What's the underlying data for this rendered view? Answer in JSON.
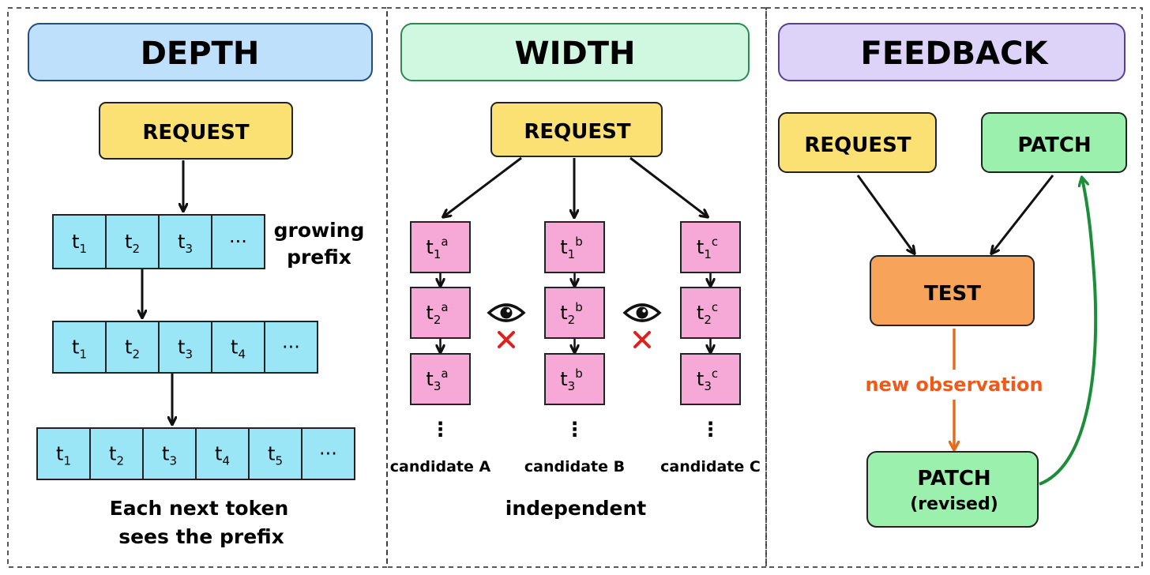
{
  "panels": {
    "depth": {
      "title": "DEPTH",
      "request": "REQUEST",
      "rows": [
        [
          {
            "t": "t",
            "s": "1"
          },
          {
            "t": "t",
            "s": "2"
          },
          {
            "t": "t",
            "s": "3"
          },
          {
            "t": "···",
            "s": ""
          }
        ],
        [
          {
            "t": "t",
            "s": "1"
          },
          {
            "t": "t",
            "s": "2"
          },
          {
            "t": "t",
            "s": "3"
          },
          {
            "t": "t",
            "s": "4"
          },
          {
            "t": "···",
            "s": ""
          }
        ],
        [
          {
            "t": "t",
            "s": "1"
          },
          {
            "t": "t",
            "s": "2"
          },
          {
            "t": "t",
            "s": "3"
          },
          {
            "t": "t",
            "s": "4"
          },
          {
            "t": "t",
            "s": "5"
          },
          {
            "t": "···",
            "s": ""
          }
        ]
      ],
      "side_note_line1": "growing",
      "side_note_line2": "prefix",
      "caption_line1": "Each next token",
      "caption_line2": "sees the prefix"
    },
    "width": {
      "title": "WIDTH",
      "request": "REQUEST",
      "candidates": [
        {
          "label": "candidate A",
          "sup": "a",
          "tokens": [
            "1",
            "2",
            "3"
          ]
        },
        {
          "label": "candidate B",
          "sup": "b",
          "tokens": [
            "1",
            "2",
            "3"
          ]
        },
        {
          "label": "candidate C",
          "sup": "c",
          "tokens": [
            "1",
            "2",
            "3"
          ]
        }
      ],
      "token_base": "t",
      "ellipsis": "⋮",
      "eye_icon": "eye-icon",
      "cross_icon": "cross-icon",
      "caption": "independent"
    },
    "feedback": {
      "title": "FEEDBACK",
      "request": "REQUEST",
      "patch": "PATCH",
      "test": "TEST",
      "observation": "new observation",
      "revised_line1": "PATCH",
      "revised_line2": "(revised)"
    }
  },
  "colors": {
    "depth_header": "#bfe0fb",
    "width_header": "#d0f7df",
    "feedback_header": "#ddd3f8",
    "request": "#fbe074",
    "token": "#9ae6f6",
    "candidate": "#f6a8d6",
    "patch": "#9bf0ae",
    "test": "#f8a35a",
    "observation": "#ee5a1a",
    "green_arrow": "#1c8e3a",
    "cross": "#e0201c"
  }
}
